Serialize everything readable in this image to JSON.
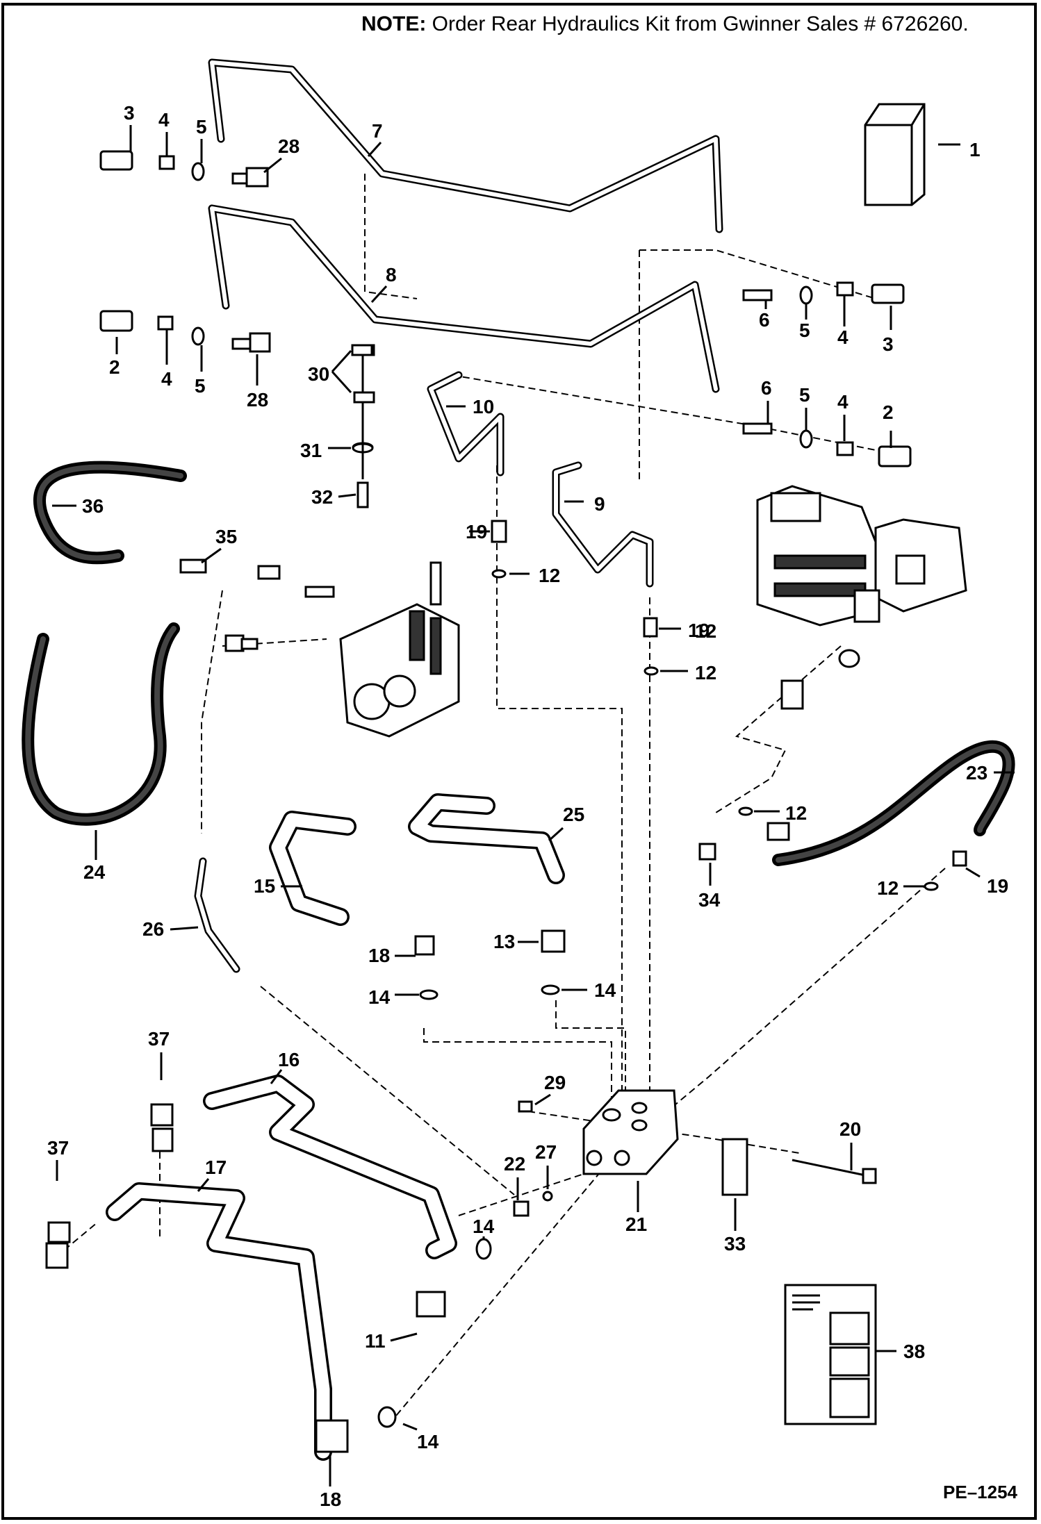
{
  "note": {
    "prefix": "NOTE:",
    "text": "Order Rear Hydraulics Kit from Gwinner Sales # 6726260."
  },
  "page_code": "PE–1254",
  "callouts": [
    "1",
    "2",
    "3",
    "4",
    "5",
    "6",
    "7",
    "8",
    "9",
    "10",
    "11",
    "12",
    "13",
    "14",
    "15",
    "16",
    "17",
    "18",
    "19",
    "20",
    "21",
    "22",
    "23",
    "24",
    "25",
    "26",
    "27",
    "28",
    "29",
    "30",
    "31",
    "32",
    "33",
    "34",
    "35",
    "36",
    "37",
    "38"
  ]
}
